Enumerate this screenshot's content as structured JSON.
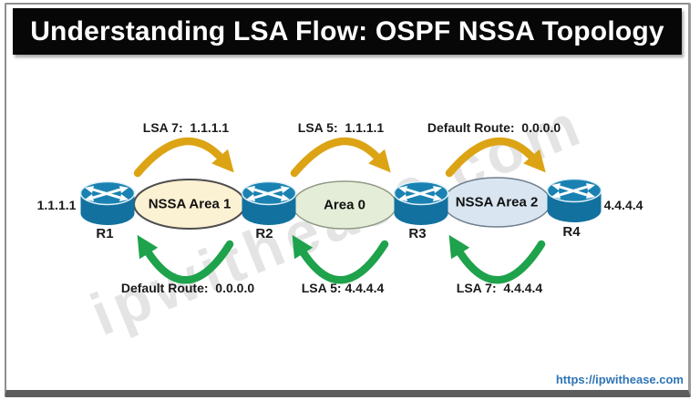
{
  "title": "Understanding LSA Flow: OSPF NSSA Topology",
  "watermark": "ipwithease.com",
  "footer": {
    "link_text": "https://ipwithease.com"
  },
  "colors": {
    "arrow_gold": "#DCA414",
    "arrow_green": "#1EA24B",
    "router_body": "#12719F",
    "router_top": "#1A82B2",
    "area1_fill": "#FBF1D3",
    "area0_fill": "#E4EDD7",
    "area2_fill": "#D9E5F1"
  },
  "top_flows": [
    {
      "label": "LSA 7:  1.1.1.1"
    },
    {
      "label": "LSA 5:  1.1.1.1"
    },
    {
      "label": "Default Route:  0.0.0.0"
    }
  ],
  "bottom_flows": [
    {
      "label": "Default Route:  0.0.0.0"
    },
    {
      "label": "LSA 5: 4.4.4.4"
    },
    {
      "label": "LSA 7:  4.4.4.4"
    }
  ],
  "areas": [
    {
      "label": "NSSA Area 1"
    },
    {
      "label": "Area 0"
    },
    {
      "label": "NSSA Area 2"
    }
  ],
  "routers": [
    {
      "name": "R1",
      "ip": "1.1.1.1"
    },
    {
      "name": "R2"
    },
    {
      "name": "R3"
    },
    {
      "name": "R4",
      "ip": "4.4.4.4"
    }
  ]
}
